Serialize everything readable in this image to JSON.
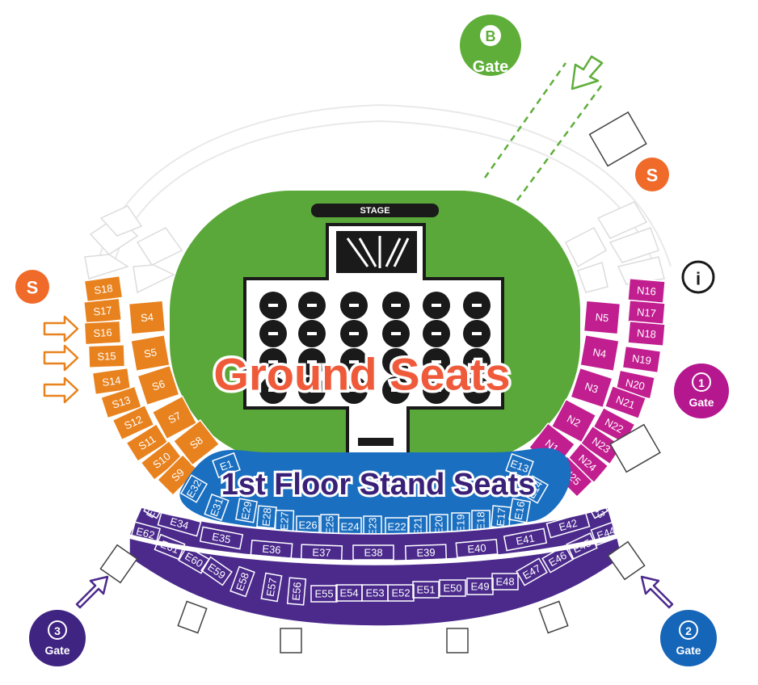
{
  "stage_label": "STAGE",
  "overlay": {
    "ground_seats": "Ground Seats",
    "first_floor": "1st Floor Stand Seats"
  },
  "gates": {
    "b": {
      "letter": "B",
      "label": "Gate"
    },
    "g1": {
      "number": "1",
      "label": "Gate"
    },
    "g2": {
      "number": "2",
      "label": "Gate"
    },
    "g3": {
      "number": "3",
      "label": "Gate"
    }
  },
  "markers": {
    "shuttle_top": "S",
    "shuttle_left": "S",
    "info": "i"
  },
  "colors": {
    "field": "#5aa839",
    "south": "#e8821e",
    "north": "#c11e8f",
    "east_blue": "#1a6fc0",
    "east_purple": "#4b2a8c",
    "gate_b": "#5fae3a",
    "gate_1": "#b5178f",
    "gate_2": "#1565b8",
    "gate_3": "#3f2482",
    "overlay_red": "#ef5a3a",
    "overlay_purple": "#3a2178"
  },
  "sections": {
    "south_outer": [
      "S18",
      "S17",
      "S16",
      "S15",
      "S14",
      "S13",
      "S12",
      "S11",
      "S10",
      "S9"
    ],
    "south_inner": [
      "S4",
      "S5",
      "S6",
      "S7",
      "S8"
    ],
    "north_inner": [
      "N5",
      "N4",
      "N3",
      "N2",
      "N1"
    ],
    "north_outer": [
      "N16",
      "N17",
      "N18",
      "N19",
      "N20",
      "N21",
      "N22",
      "N23",
      "N24",
      "N25"
    ],
    "east_blue": [
      "E1",
      "E32",
      "E31",
      "E29",
      "E28",
      "E27",
      "E26",
      "E25",
      "E24",
      "E23",
      "E22",
      "E21",
      "E20",
      "E19",
      "E18",
      "E17",
      "E16",
      "E14",
      "E13"
    ],
    "east_upper": [
      "E33",
      "E34",
      "E35",
      "E36",
      "E37",
      "E38",
      "E39",
      "E40",
      "E41",
      "E42",
      "E43"
    ],
    "east_lower": [
      "E62",
      "E61",
      "E60",
      "E59",
      "E58",
      "E57",
      "E56",
      "E55",
      "E54",
      "E53",
      "E52",
      "E51",
      "E50",
      "E49",
      "E48",
      "E47",
      "E46",
      "E45",
      "E44"
    ]
  }
}
